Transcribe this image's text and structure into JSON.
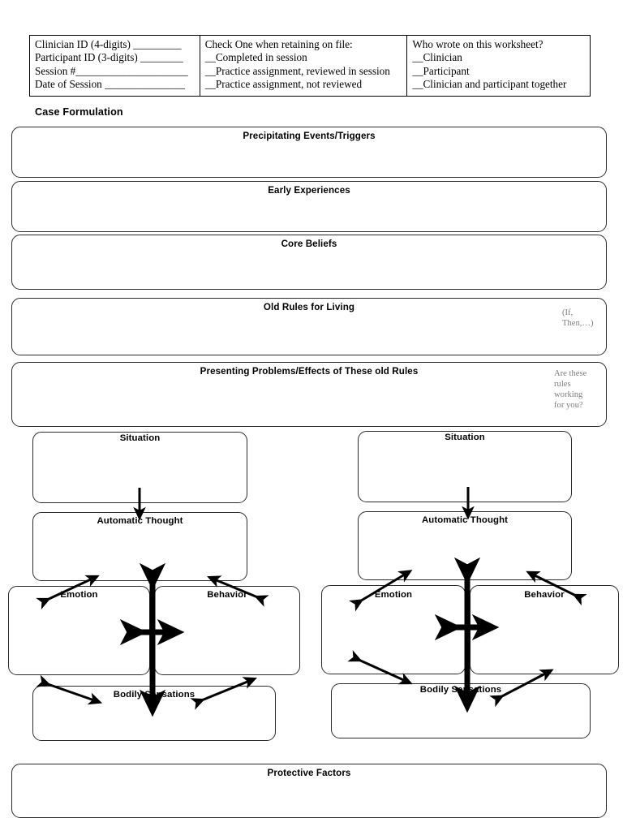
{
  "header_table": {
    "columns": [
      {
        "name": "identifiers",
        "lines": [
          "Clinician ID (4-digits) _________",
          "Participant ID (3-digits) ________",
          "Session #_____________________",
          "Date of Session _______________"
        ]
      },
      {
        "name": "retaining-on-file",
        "lines": [
          "Check One when retaining on file:",
          "__Completed in session",
          "__Practice assignment, reviewed in session",
          "__Practice assignment, not reviewed"
        ]
      },
      {
        "name": "who-wrote",
        "lines": [
          "Who wrote on this worksheet?",
          "__Clinician",
          "__Participant",
          "__Clinician and participant together"
        ]
      }
    ]
  },
  "section": {
    "title": "Case Formulation"
  },
  "formulation_boxes": [
    {
      "label": "Precipitating Events/Triggers"
    },
    {
      "label": "Early Experiences"
    },
    {
      "label": "Core Beliefs"
    },
    {
      "label": "Old Rules for Living",
      "note": "(If,\nThen,…)"
    },
    {
      "label": "Presenting Problems/Effects of These old Rules",
      "note": "Are these\nrules\nworking\nfor you?"
    }
  ],
  "diagrams": [
    {
      "name": "cross-sectional-formulation-left",
      "situation": "Situation",
      "automatic_thought": "Automatic Thought",
      "emotion": "Emotion",
      "behavior": "Behavior",
      "bodily_sensations": "Bodily Sensations"
    },
    {
      "name": "cross-sectional-formulation-right",
      "situation": "Situation",
      "automatic_thought": "Automatic Thought",
      "emotion": "Emotion",
      "behavior": "Behavior",
      "bodily_sensations": "Bodily Sensations"
    }
  ],
  "protective_factors": {
    "label": "Protective Factors"
  },
  "colors": {
    "ink": "#000000",
    "box_border": "#2b2b2b",
    "note_gray": "#7d7d7d",
    "page_background": "#ffffff"
  }
}
